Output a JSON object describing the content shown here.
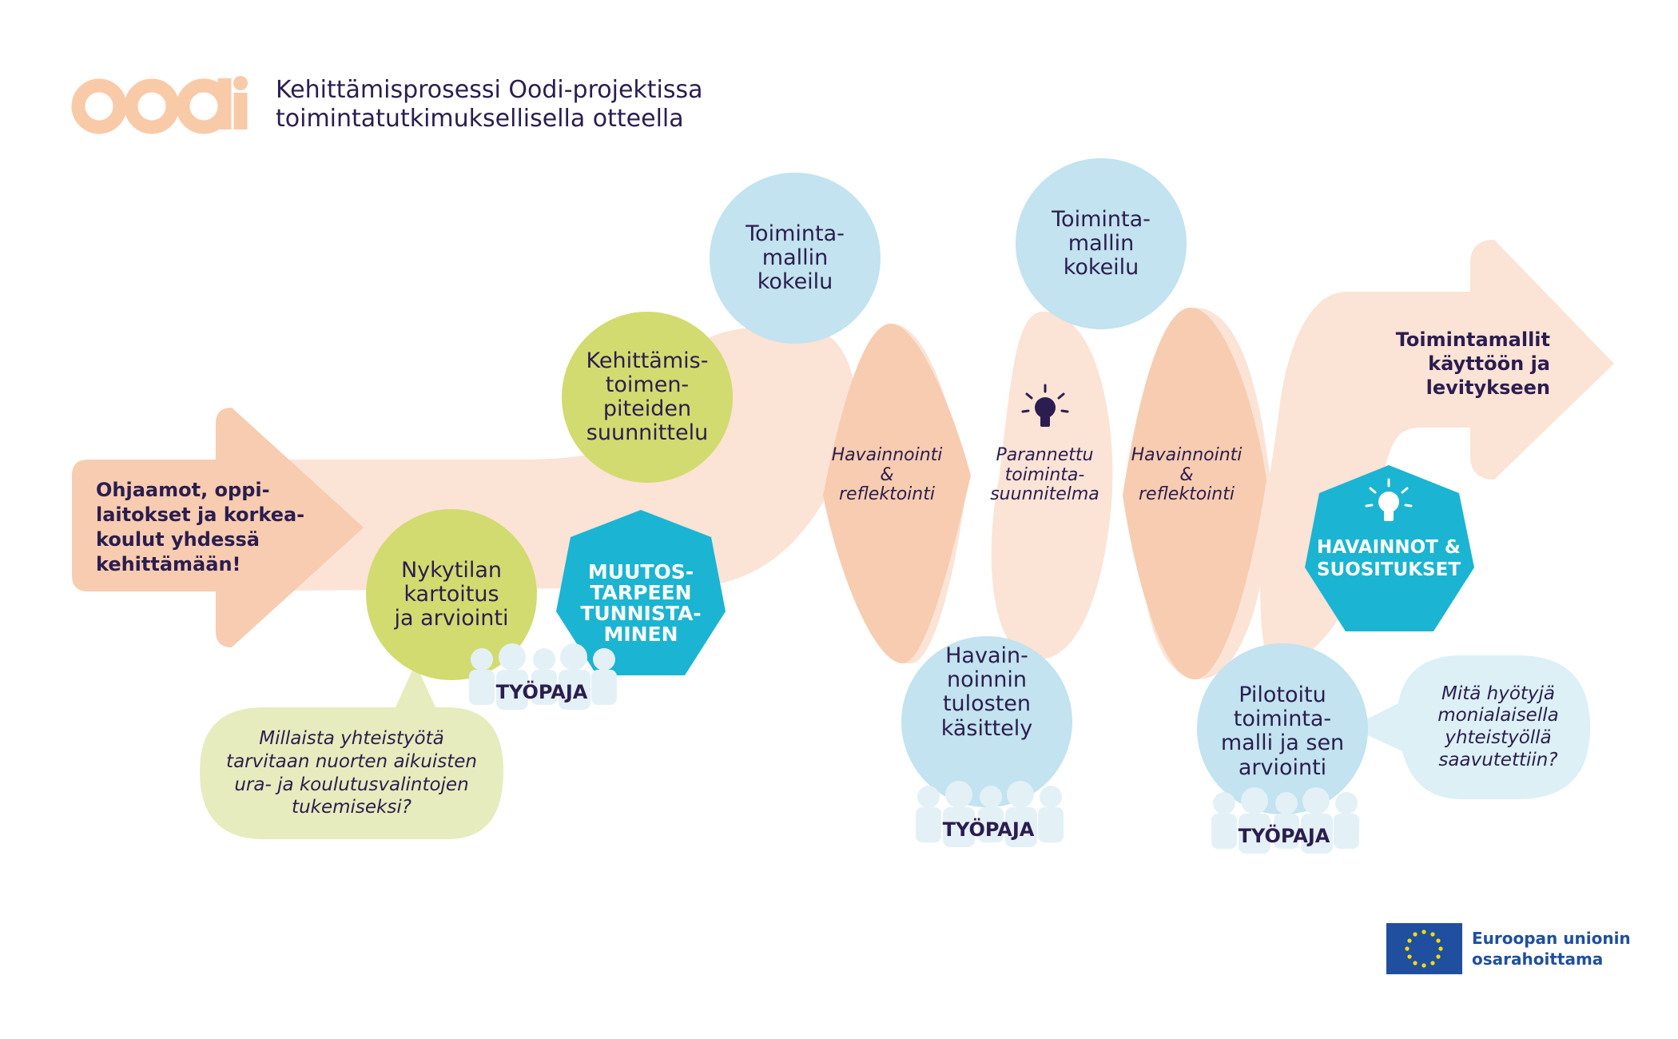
{
  "header": {
    "logo_text": "oodi",
    "title_line1": "Kehittämisprosessi Oodi-projektissa",
    "title_line2": "toimintatutkimuksellisella otteella"
  },
  "start_arrow": {
    "text": "Ohjaamot, oppi-\nlaitokset ja korkea-\nkoulut yhdessä\nkehittämään!"
  },
  "end_arrow": {
    "text": "Toimintamallit\nkäyttöön ja\nlevitykseen"
  },
  "steps": {
    "nykytila": "Nykytilan\nkartoitus\nja arviointi",
    "kehittamis": "Kehittämis-\ntoimen-\npiteiden\nsuunnittelu",
    "kokeilu1": "Toiminta-\nmallin\nkokeilu",
    "kokeilu2": "Toiminta-\nmallin\nkokeilu",
    "havainnoinnin": "Havain-\nnoinnin\ntulosten\nkäsittely",
    "pilotoitu": "Pilotoitu\ntoiminta-\nmalli ja sen\narviointi"
  },
  "wave": {
    "havainnointi1": "Havainnointi\n&\nreflektointi",
    "parannettu": "Parannettu\ntoiminta-\nsuunnitelma",
    "havainnointi2": "Havainnointi\n&\nreflektointi"
  },
  "badges": {
    "muutos": "MUUTOS-\nTARPEEN\nTUNNISTA-\nMINEN",
    "havainnot": "HAVAINNOT &\nSUOSITUKSET"
  },
  "workshops": {
    "label1": "TYÖPAJA",
    "label2": "TYÖPAJA",
    "label3": "TYÖPAJA"
  },
  "bubbles": {
    "question1": "Millaista yhteistyötä\ntarvitaan nuorten aikuisten\nura- ja koulutusvalintojen\ntukemiseksi?",
    "question2": "Mitä hyötyjä\nmonialaisella\nyhteistyöllä\nsaavutettiin?"
  },
  "eu": {
    "text": "Euroopan unionin\nosarahoittama"
  },
  "icons": [
    "lightbulb-icon",
    "lightbulb-icon",
    "eu-flag-icon",
    "people-icon"
  ],
  "colors": {
    "peach_light": "#fbe3d6",
    "peach": "#f7ccb0",
    "green": "#d2db6f",
    "green_light": "#e6ecbd",
    "blue_light": "#c2e3ef",
    "blue_pale": "#dcf0f6",
    "teal": "#1bb4d2",
    "navy": "#2b1d4f",
    "eu_blue": "#1f4f9e",
    "logo": "#f9caa8"
  }
}
